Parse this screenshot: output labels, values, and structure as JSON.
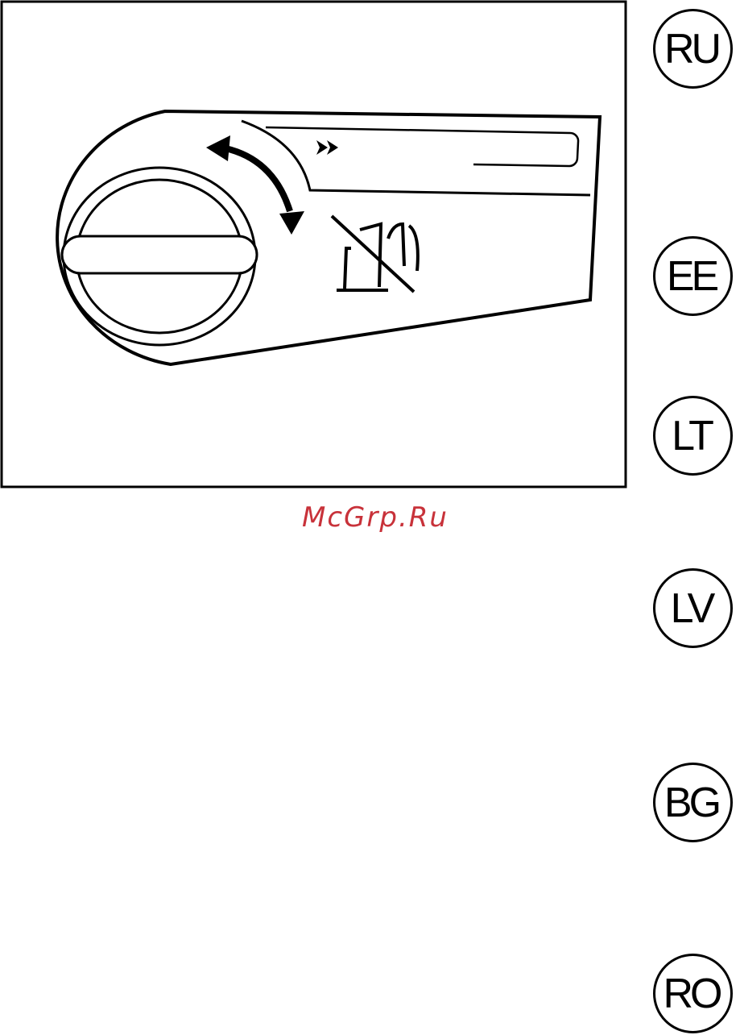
{
  "watermark": {
    "text": "McGrp.Ru",
    "color": "#c8323a"
  },
  "illustration": {
    "icons": [
      "double-chevron-icon",
      "fuel-pump-crossed-icon",
      "rotate-arrow-icon"
    ]
  },
  "languages": [
    {
      "code": "RU"
    },
    {
      "code": "EE"
    },
    {
      "code": "LT"
    },
    {
      "code": "LV"
    },
    {
      "code": "BG"
    },
    {
      "code": "RO"
    }
  ]
}
